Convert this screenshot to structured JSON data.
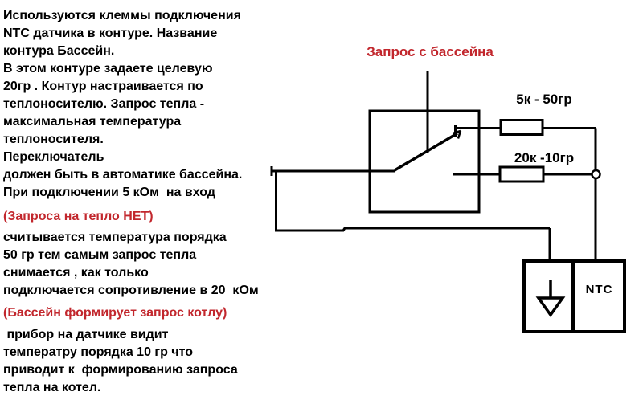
{
  "colors": {
    "ink": "#000000",
    "red": "#c2272d",
    "background": "#ffffff"
  },
  "notes": {
    "para1": [
      "Используются клеммы подключения",
      "NTC датчика в контуре. Название",
      "контура Бассейн.",
      "В этом контуре задаете целевую",
      "20гр . Контур настраивается по",
      "теплоносителю. Запрос тепла -",
      "максимальная температура",
      "теплоносителя.",
      "Переключатель",
      "должен быть в автоматике бассейна.",
      "При подключении 5 кОм  на вход"
    ],
    "red1": "(Запроса на тепло НЕТ)",
    "para2": [
      "считывается температура порядка",
      "50 гр тем самым запрос тепла",
      "снимается , как только",
      "подключается сопротивление в 20  кОм"
    ],
    "red2": "(Бассейн формирует запрос котлу)",
    "para3": [
      " прибор на датчике видит",
      "температру порядка 10 гр что",
      "приводит к  формированию запроса",
      "тепла на котел."
    ]
  },
  "diagram": {
    "title": "Запрос с бассейна",
    "resistor_top_label": "5к - 50гр",
    "resistor_bottom_label": "20к -10гр",
    "sensor_label": "NTC"
  }
}
